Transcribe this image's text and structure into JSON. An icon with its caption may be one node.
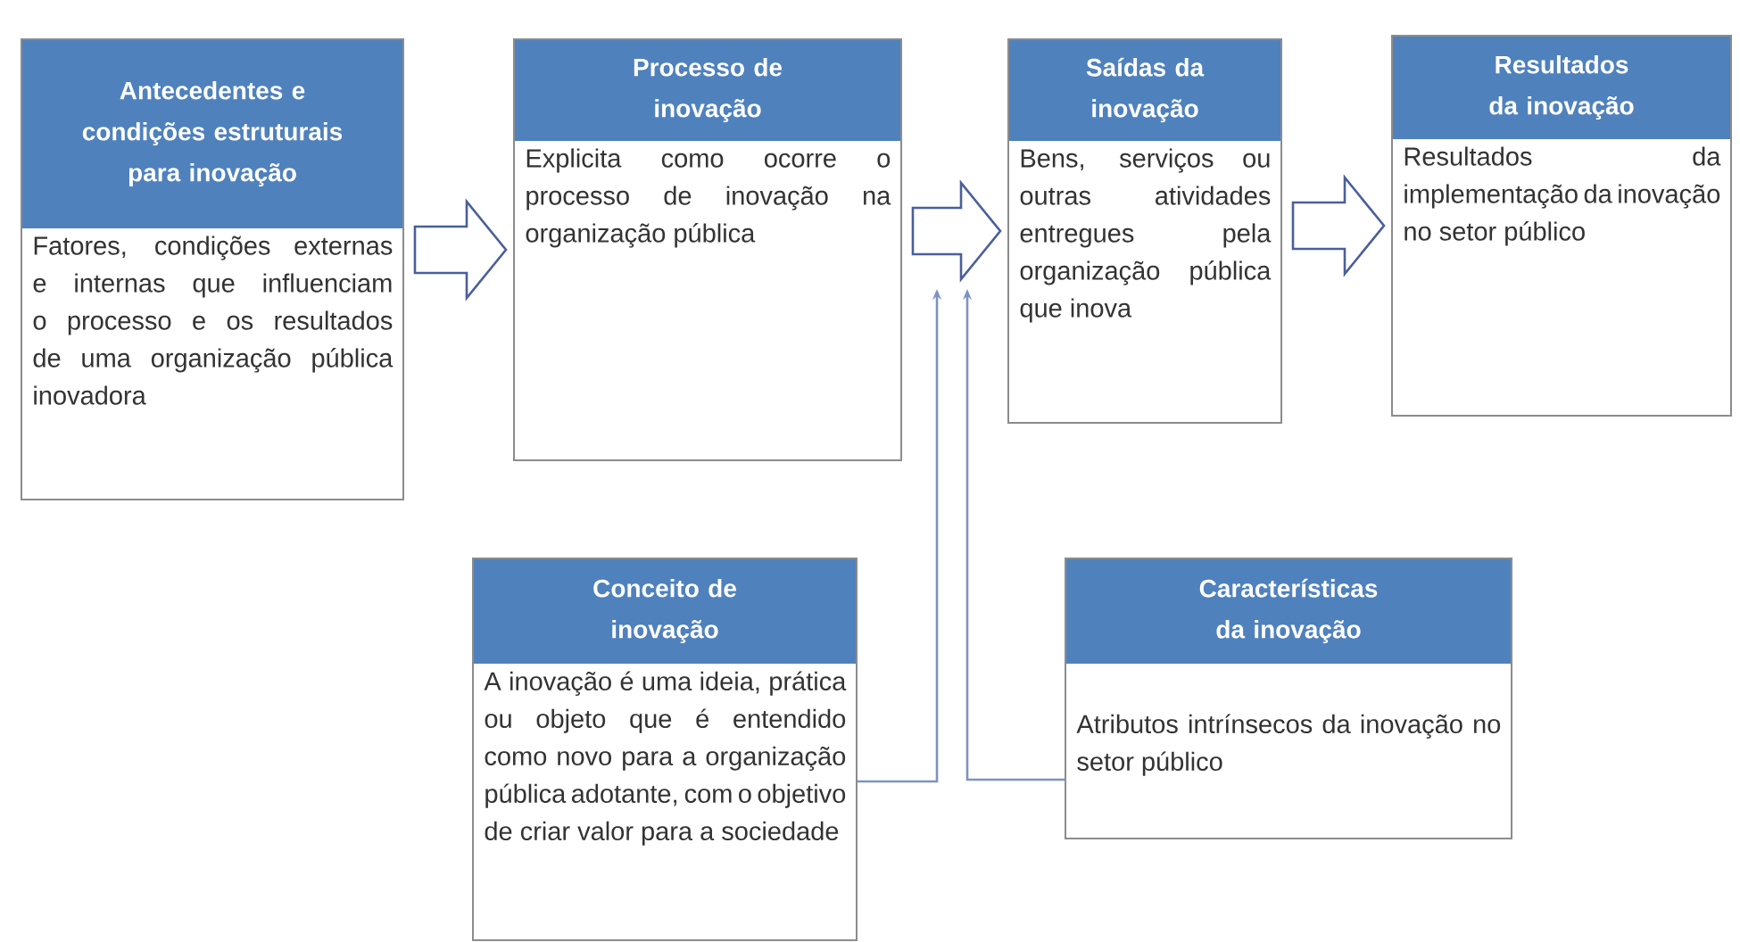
{
  "diagram": {
    "nodes": [
      {
        "text": [
          "Antecedentes e condições estruturais para inovação",
          "Fatores, condições externas e internas que influenciam o processo e os resultados de uma organização pública inovadora"
        ]
      },
      {
        "text": [
          "Processo de inovação",
          "Explicita como ocorre o processo de inovação na organização pública"
        ]
      },
      {
        "text": [
          "Saídas da inovação",
          "Bens, serviços ou outras atividades entregues pela organização pública que inova"
        ]
      },
      {
        "text": [
          "Resultados da inovação",
          "Resultados da implementação da inovação no setor público"
        ]
      },
      {
        "text": [
          "Conceito de inovação",
          "A inovação é uma ideia, prática ou objeto que é entendido como novo para a organização pública adotante, com o objetivo de criar valor para a sociedade"
        ]
      },
      {
        "text": [
          "Características da inovação",
          "Atributos intrínsecos da inovação no setor público"
        ]
      }
    ],
    "edges": [
      {
        "from": 0,
        "to": 1,
        "arrow": "to"
      },
      {
        "from": 1,
        "to": 2,
        "arrow": "to"
      },
      {
        "from": 2,
        "to": 3,
        "arrow": "to"
      },
      {
        "from": 4,
        "to": null,
        "arrow": "to",
        "color": "#7d93c2"
      },
      {
        "from": 5,
        "to": null,
        "arrow": "to",
        "color": "#7d93c2"
      }
    ]
  }
}
